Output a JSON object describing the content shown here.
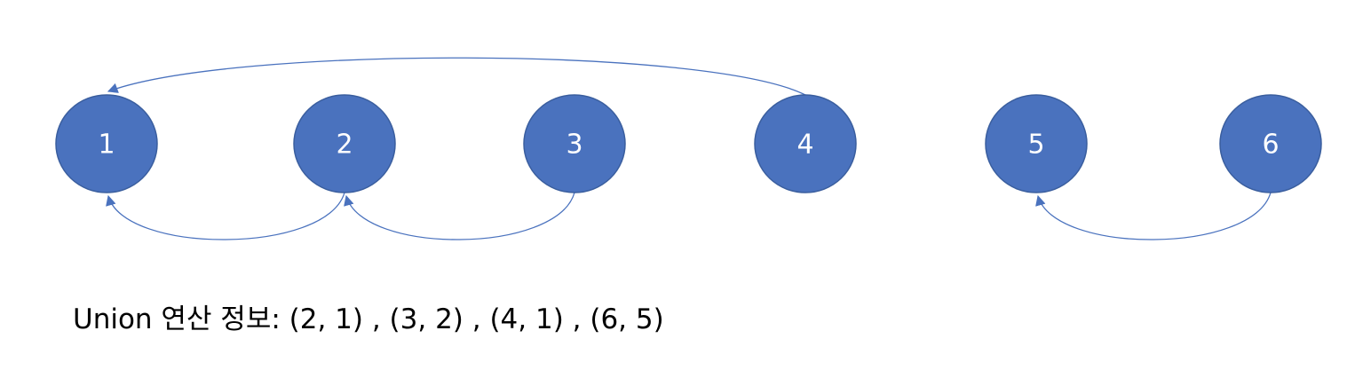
{
  "nodes": [
    {
      "id": "1",
      "label": "1"
    },
    {
      "id": "2",
      "label": "2"
    },
    {
      "id": "3",
      "label": "3"
    },
    {
      "id": "4",
      "label": "4"
    },
    {
      "id": "5",
      "label": "5"
    },
    {
      "id": "6",
      "label": "6"
    }
  ],
  "edges": [
    {
      "from": "2",
      "to": "1"
    },
    {
      "from": "3",
      "to": "2"
    },
    {
      "from": "4",
      "to": "1"
    },
    {
      "from": "6",
      "to": "5"
    }
  ],
  "caption": "Union 연산 정보: (2, 1) , (3, 2) , (4, 1) , (6, 5)",
  "colors": {
    "node_fill": "#4a72be",
    "edge": "#4a72be",
    "label": "#ffffff"
  }
}
